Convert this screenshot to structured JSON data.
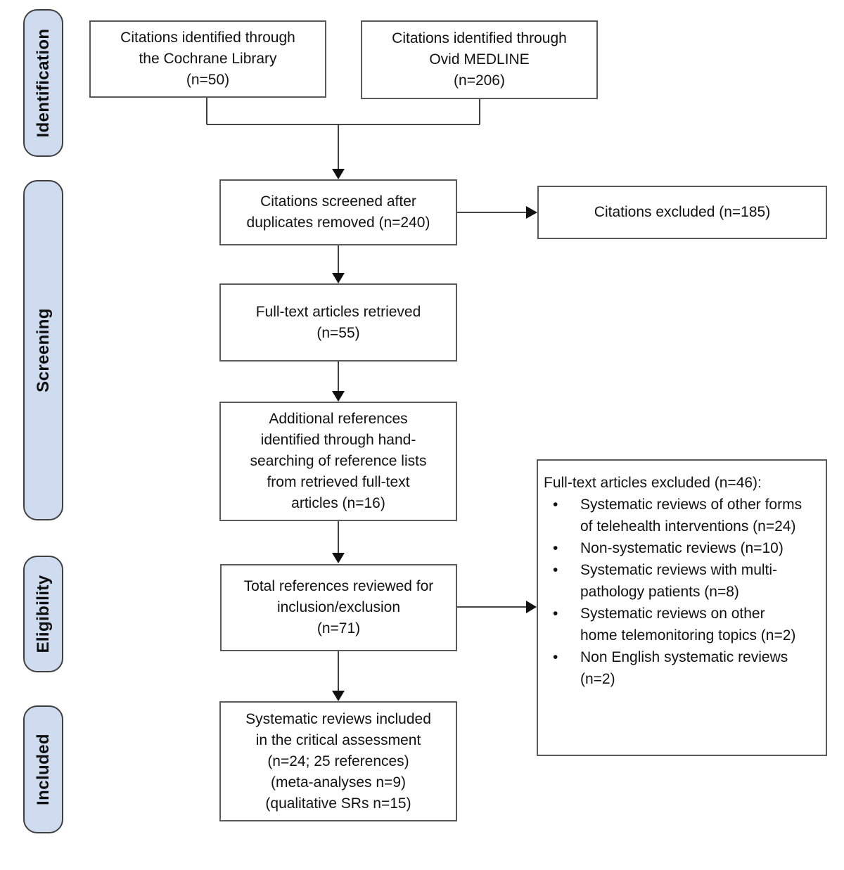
{
  "colors": {
    "stage_fill": "#cfdcef",
    "stage_border": "#404040",
    "box_border": "#5a5a5a",
    "connector": "#2b2b2b",
    "text": "#121212"
  },
  "stages": [
    {
      "label": "Identification"
    },
    {
      "label": "Screening"
    },
    {
      "label": "Eligibility"
    },
    {
      "label": "Included"
    }
  ],
  "boxes": {
    "cochrane": {
      "lines": [
        "Citations identified through",
        "the Cochrane Library",
        "(n=50)"
      ]
    },
    "medline": {
      "lines": [
        "Citations identified through",
        "Ovid MEDLINE",
        "(n=206)"
      ]
    },
    "screened": {
      "lines": [
        "Citations screened after",
        "duplicates removed (n=240)"
      ]
    },
    "citations_excluded": {
      "lines": [
        "Citations excluded (n=185)"
      ]
    },
    "fulltext_retrieved": {
      "lines": [
        "Full-text articles retrieved",
        "(n=55)"
      ]
    },
    "handsearch": {
      "lines": [
        "Additional references",
        "identified through hand-",
        "searching of reference lists",
        "from retrieved full-text",
        "articles (n=16)"
      ]
    },
    "total_reviewed": {
      "lines": [
        "Total references reviewed for",
        "inclusion/exclusion",
        "(n=71)"
      ]
    },
    "included": {
      "lines": [
        "Systematic reviews included",
        "in the critical assessment",
        "(n=24; 25 references)",
        "(meta-analyses n=9)",
        "(qualitative SRs n=15)"
      ]
    },
    "fulltext_excluded": {
      "title": "Full-text articles excluded (n=46):",
      "bullet_glyph": "•",
      "items": [
        "Systematic reviews of other forms of telehealth interventions (n=24)",
        "Non-systematic reviews (n=10)",
        "Systematic reviews with multi-pathology patients (n=8)",
        "Systematic reviews on other home telemonitoring topics (n=2)",
        "Non English systematic reviews (n=2)"
      ]
    }
  }
}
